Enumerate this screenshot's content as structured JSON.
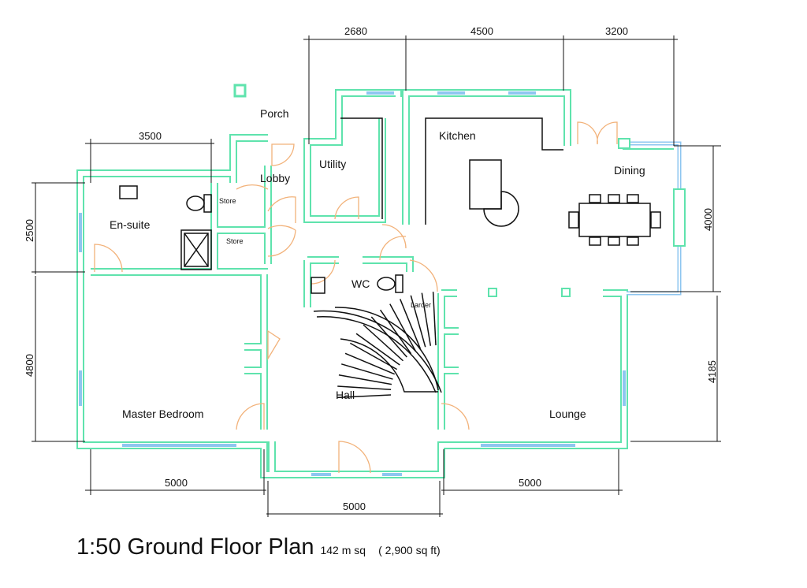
{
  "title": "1:50 Ground Floor Plan",
  "area_metric": "142 m sq",
  "area_imperial": "( 2,900 sq ft)",
  "rooms": {
    "porch": "Porch",
    "lobby": "Lobby",
    "utility": "Utility",
    "kitchen": "Kitchen",
    "dining": "Dining",
    "ensuite": "En-suite",
    "store1": "Store",
    "store2": "Store",
    "wc": "WC",
    "larder": "Larder",
    "hall": "Hall",
    "master_bedroom": "Master Bedroom",
    "lounge": "Lounge"
  },
  "dimensions": {
    "top_utility": "2680",
    "top_kitchen": "4500",
    "top_dining": "3200",
    "ensuite_width": "3500",
    "ensuite_depth": "2500",
    "bedroom_depth": "4800",
    "dining_depth": "4000",
    "lounge_depth": "4185",
    "bottom_left": "5000",
    "bottom_right": "5000",
    "bottom_hall": "5000"
  },
  "colors": {
    "wall": "#5fe3ad",
    "door": "#f2b27a",
    "window": "#8ec6f0"
  }
}
